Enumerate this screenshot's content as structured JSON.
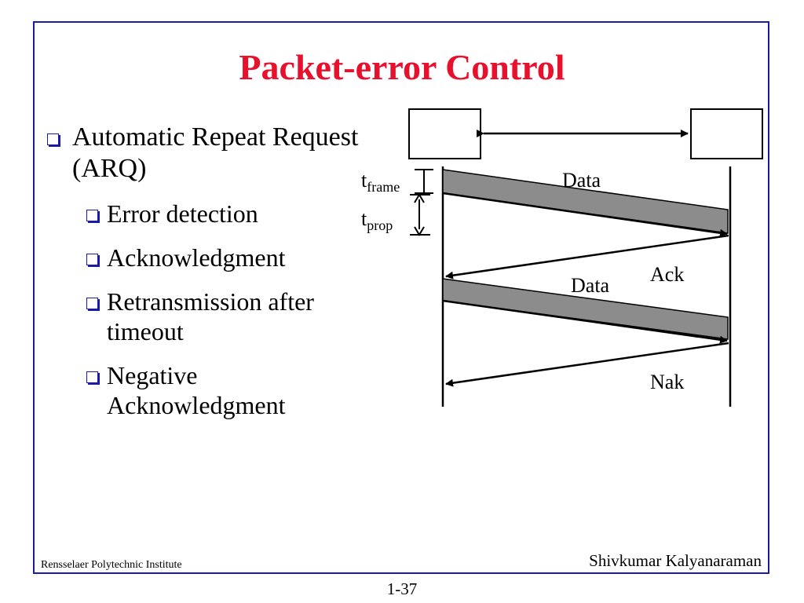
{
  "title": "Packet-error Control",
  "bullets": {
    "main": "Automatic Repeat Request (ARQ)",
    "sub": [
      "Error detection",
      "Acknowledgment",
      "Retransmission after timeout",
      "Negative Acknowledgment"
    ]
  },
  "diagram": {
    "t_frame_base": "t",
    "t_frame_sub": "frame",
    "t_prop_base": "t",
    "t_prop_sub": "prop",
    "data_label_1": "Data",
    "data_label_2": "Data",
    "ack_label": "Ack",
    "nak_label": "Nak"
  },
  "footer": {
    "institution": "Rensselaer Polytechnic Institute",
    "author": "Shivkumar Kalyanaraman",
    "page": "1-37"
  },
  "colors": {
    "title": "#e8112d",
    "frame": "#1a1aa6",
    "packet_fill": "#8c8c8c"
  }
}
